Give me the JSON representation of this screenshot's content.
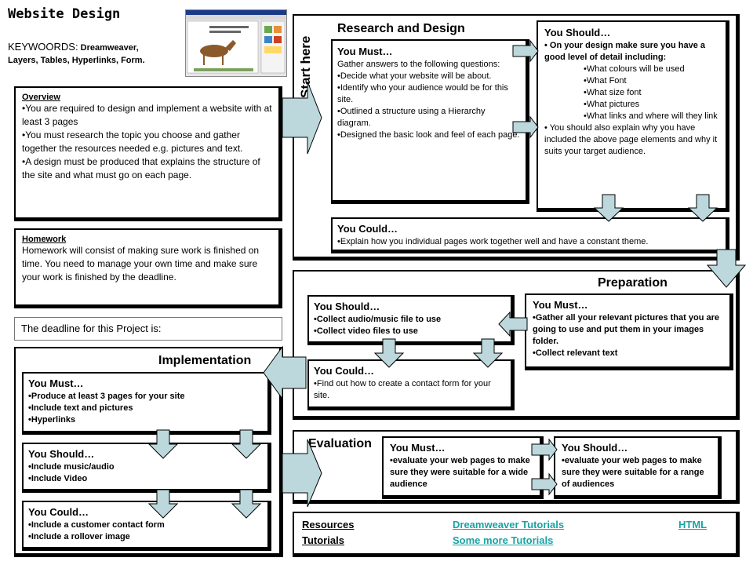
{
  "header": {
    "title": "Website Design",
    "keywords_label": "KEYWOORDS:",
    "keywords_line1": "Dreamweaver,",
    "keywords_line2": "Layers, Tables, Hyperlinks, Form."
  },
  "overview": {
    "title": "Overview",
    "items": [
      "You are required to design and implement a website with at least 3 pages",
      "You must research the topic you choose and gather together the resources needed e.g. pictures and text.",
      "A design must be produced that explains the structure of the site and what must go on each page."
    ]
  },
  "homework": {
    "title": "Homework",
    "text": "Homework will consist of making sure work is finished on time.  You need to manage your own time and make sure your work is finished by the deadline."
  },
  "deadline": {
    "text": "The deadline for this Project is:"
  },
  "research": {
    "title": "Research and Design",
    "start_here": "Start here",
    "must": {
      "title": "You Must…",
      "intro": "Gather answers to the following questions:",
      "items": [
        "Decide what your website will be about.",
        "Identify who your audience would be for this site.",
        "Outlined a structure using a Hierarchy diagram.",
        "Designed the basic look and feel of each page."
      ]
    },
    "should": {
      "title": "You Should…",
      "lead": "On your design make sure you have a good level of detail including:",
      "sub": [
        "What colours will be used",
        "What Font",
        "What size font",
        "What pictures",
        "What links and where will they link"
      ],
      "tail": "You should also explain why you have included the above page elements and why it suits your target audience."
    },
    "could": {
      "title": "You Could…",
      "items": [
        "Explain how you individual pages work together well and have a constant theme."
      ]
    }
  },
  "preparation": {
    "title": "Preparation",
    "should": {
      "title": "You Should…",
      "items": [
        "Collect audio/music file to use",
        "Collect video files to use"
      ]
    },
    "must": {
      "title": "You Must…",
      "items": [
        "Gather all your relevant pictures that you are going to use and put them in your images folder.",
        "Collect relevant text"
      ]
    },
    "could": {
      "title": "You Could…",
      "items": [
        "Find out how to create a contact form for your site."
      ]
    }
  },
  "implementation": {
    "title": "Implementation",
    "must": {
      "title": "You Must…",
      "items": [
        "Produce at least 3 pages for your site",
        "Include text and pictures",
        "Hyperlinks"
      ]
    },
    "should": {
      "title": "You Should…",
      "items": [
        "Include music/audio",
        "Include Video"
      ]
    },
    "could": {
      "title": "You Could…",
      "items": [
        "Include a customer contact form",
        "Include a rollover image"
      ]
    }
  },
  "evaluation": {
    "title": "Evaluation",
    "must": {
      "title": "You Must…",
      "items": [
        "evaluate your web pages to make sure they were suitable for a wide audience"
      ]
    },
    "should": {
      "title": "You Should…",
      "items": [
        "evaluate your web pages to make sure they were suitable for a range of audiences"
      ]
    }
  },
  "resources": {
    "label1": "Resources",
    "label2": "Tutorials",
    "link1": "Dreamweaver Tutorials",
    "link2": "HTML",
    "link3": "Some more Tutorials"
  },
  "colors": {
    "arrow_fill": "#bcd8dc",
    "link": "#1aa3a3"
  }
}
